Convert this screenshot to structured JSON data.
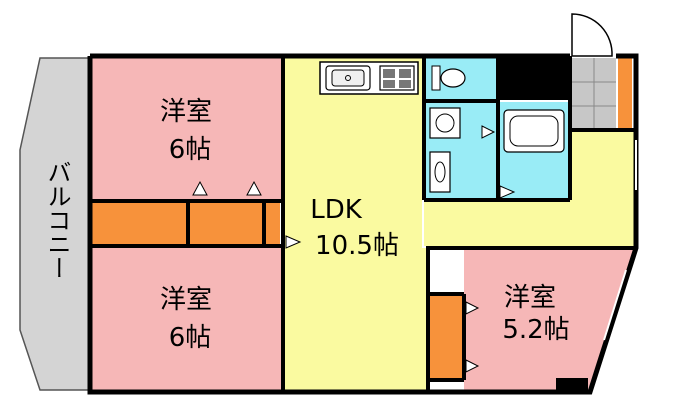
{
  "rooms": {
    "western_top": {
      "name": "洋室",
      "size": "6帖"
    },
    "western_bottom": {
      "name": "洋室",
      "size": "6帖"
    },
    "ldk": {
      "name": "LDK",
      "size": "10.5帖"
    },
    "western_right": {
      "name": "洋室",
      "size": "5.2帖"
    }
  },
  "balcony": {
    "label": "バルコニー"
  },
  "colors": {
    "bedroom": "#f6b7b7",
    "ldk": "#fafaa0",
    "wet_area": "#99ecf6",
    "closet": "#f7923b",
    "balcony": "#d4d4d4",
    "entrance_tile": "#c7c7c7",
    "wall": "#000000"
  }
}
